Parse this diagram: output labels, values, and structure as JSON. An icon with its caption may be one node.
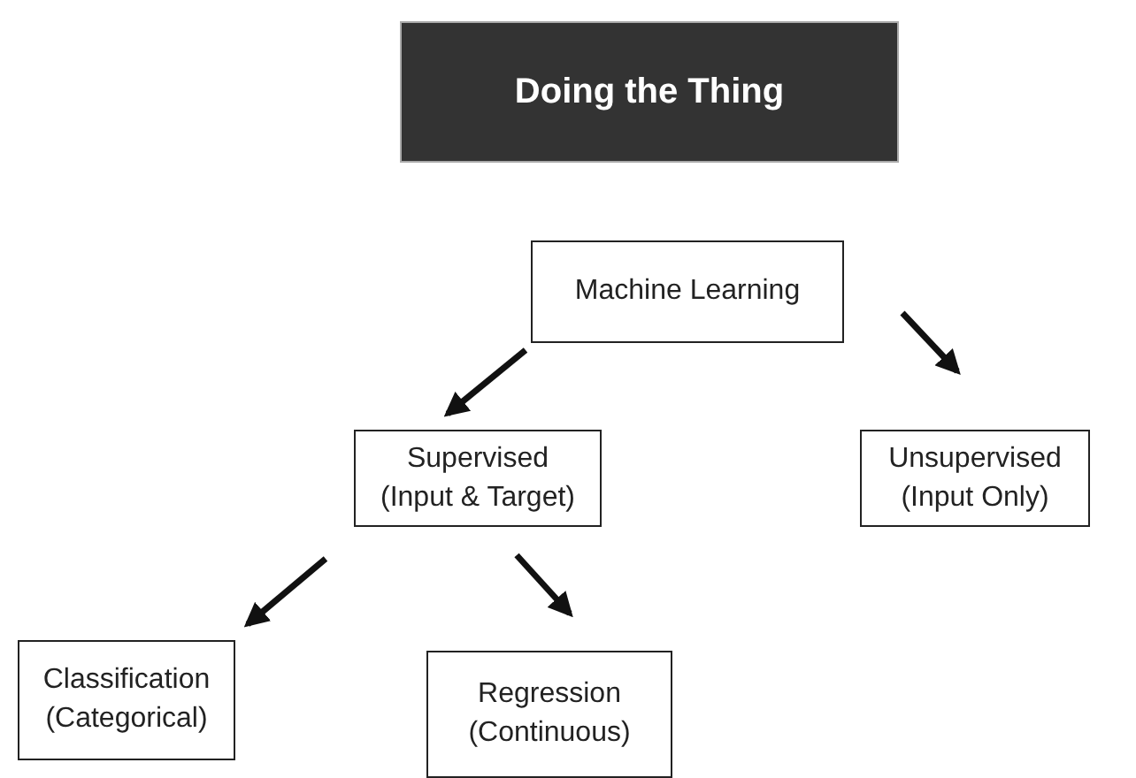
{
  "diagram": {
    "title": "Doing the Thing",
    "nodes": [
      {
        "text": [
          "Machine Learning"
        ]
      },
      {
        "text": [
          "Supervised (Input & Target)"
        ]
      },
      {
        "text": [
          "Unsupervised (Input Only)"
        ]
      },
      {
        "text": [
          "Classification (Categorical)"
        ]
      },
      {
        "text": [
          "Regression (Continuous)"
        ]
      }
    ],
    "edges": [
      {
        "from": 0,
        "to": 1,
        "arrow": "to"
      },
      {
        "from": 0,
        "to": 2,
        "arrow": "to"
      },
      {
        "from": 1,
        "to": 3,
        "arrow": "to"
      },
      {
        "from": 1,
        "to": 4,
        "arrow": "to"
      }
    ]
  }
}
